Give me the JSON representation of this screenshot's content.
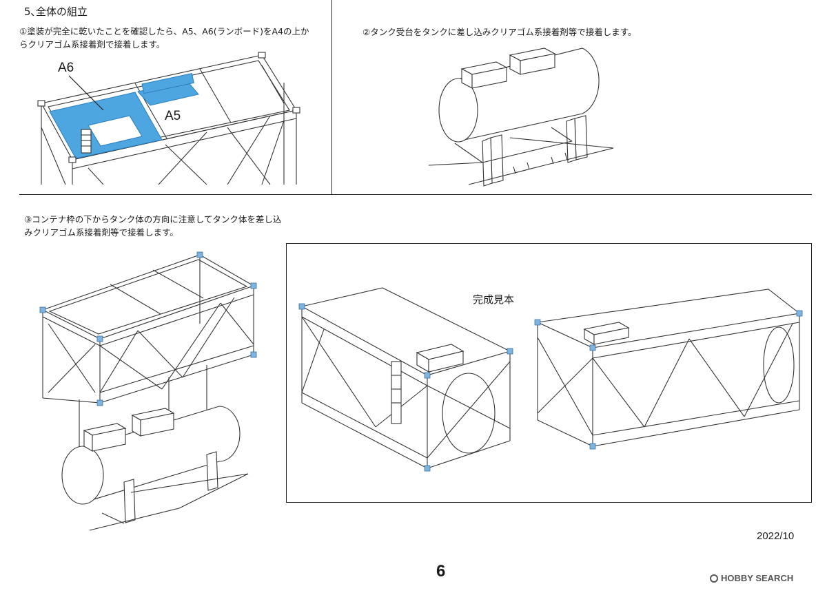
{
  "section": {
    "title": "5､全体の組立"
  },
  "steps": {
    "step1": {
      "text": "①塗装が完全に乾いたことを確認したら、A5、A6(ランボード)をA4の上からクリアゴム系接着剤で接着します。"
    },
    "step2": {
      "text": "②タンク受台をタンクに差し込みクリアゴム系接着剤等で接着します。"
    },
    "step3": {
      "text": "③コンテナ枠の下からタンク体の方向に注意してタンク体を差し込みクリアゴム系接着剤等で接着します。"
    }
  },
  "labels": {
    "a6": "A6",
    "a5": "A5",
    "finished": "完成見本"
  },
  "footer": {
    "date": "2022/10",
    "page_number": "6",
    "watermark": "HOBBY SEARCH"
  },
  "colors": {
    "highlight": "#4da6e0",
    "line": "#333333"
  }
}
